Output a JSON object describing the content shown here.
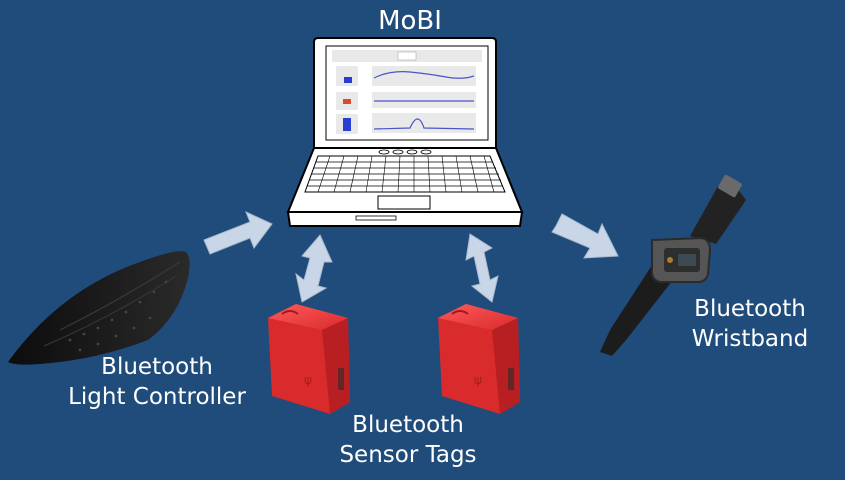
{
  "title": "MoBI",
  "labels": {
    "light_controller": [
      "Bluetooth",
      "Light Controller"
    ],
    "sensor_tags": [
      "Bluetooth",
      "Sensor Tags"
    ],
    "wristband": [
      "Bluetooth",
      "Wristband"
    ]
  },
  "colors": {
    "background": "#1f4c7b",
    "arrow": "#c9d6e8",
    "sensor_tag": "#e8383a",
    "controller": "#1a1a1a",
    "text": "#ffffff"
  },
  "icons": [
    "laptop-icon",
    "light-controller-icon",
    "sensor-tag-icon",
    "wristband-icon",
    "arrow-icon",
    "double-arrow-icon"
  ]
}
